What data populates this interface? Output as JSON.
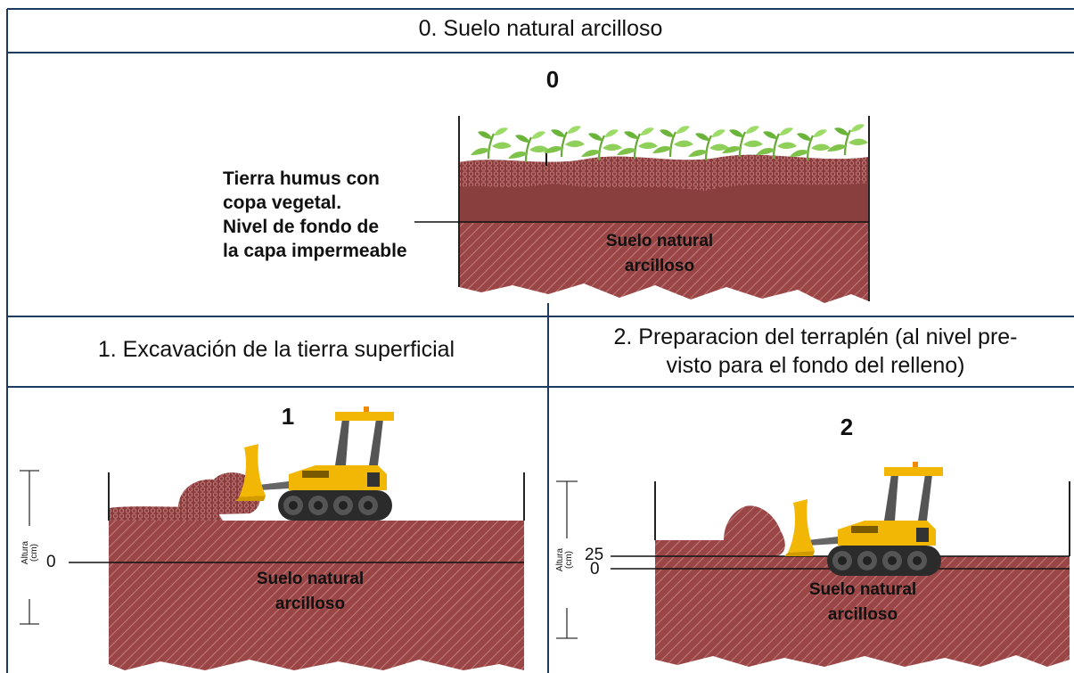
{
  "sections": {
    "s0": {
      "header": "0. Suelo natural arcilloso",
      "panel_number": "0"
    },
    "s1": {
      "header": "1. Excavación de la tierra superficial",
      "panel_number": "1"
    },
    "s2": {
      "header_line1": "2. Preparacion del terraplén (al nivel pre-",
      "header_line2": "visto para el fondo del relleno)",
      "panel_number": "2"
    }
  },
  "labels": {
    "topsoil_desc_lines": [
      "Tierra humus con",
      "copa vegetal.",
      "Nivel de fondo de",
      "la capa impermeable"
    ],
    "soil_line1": "Suelo natural",
    "soil_line2": "arcilloso",
    "axis_title_line1": "Altura",
    "axis_title_line2": "(cm)",
    "zero": "0",
    "twenty_five": "25"
  },
  "colors": {
    "border": "#1f3a5f",
    "soil": "#9a4646",
    "soil_hatch": "#c98a8a",
    "topsoil": "#8a3f3f",
    "plant": "#7ec24a",
    "bulldozer": "#f2b705",
    "track": "#2b2b2b"
  },
  "icons": [
    "plant-icon",
    "bulldozer-icon"
  ]
}
